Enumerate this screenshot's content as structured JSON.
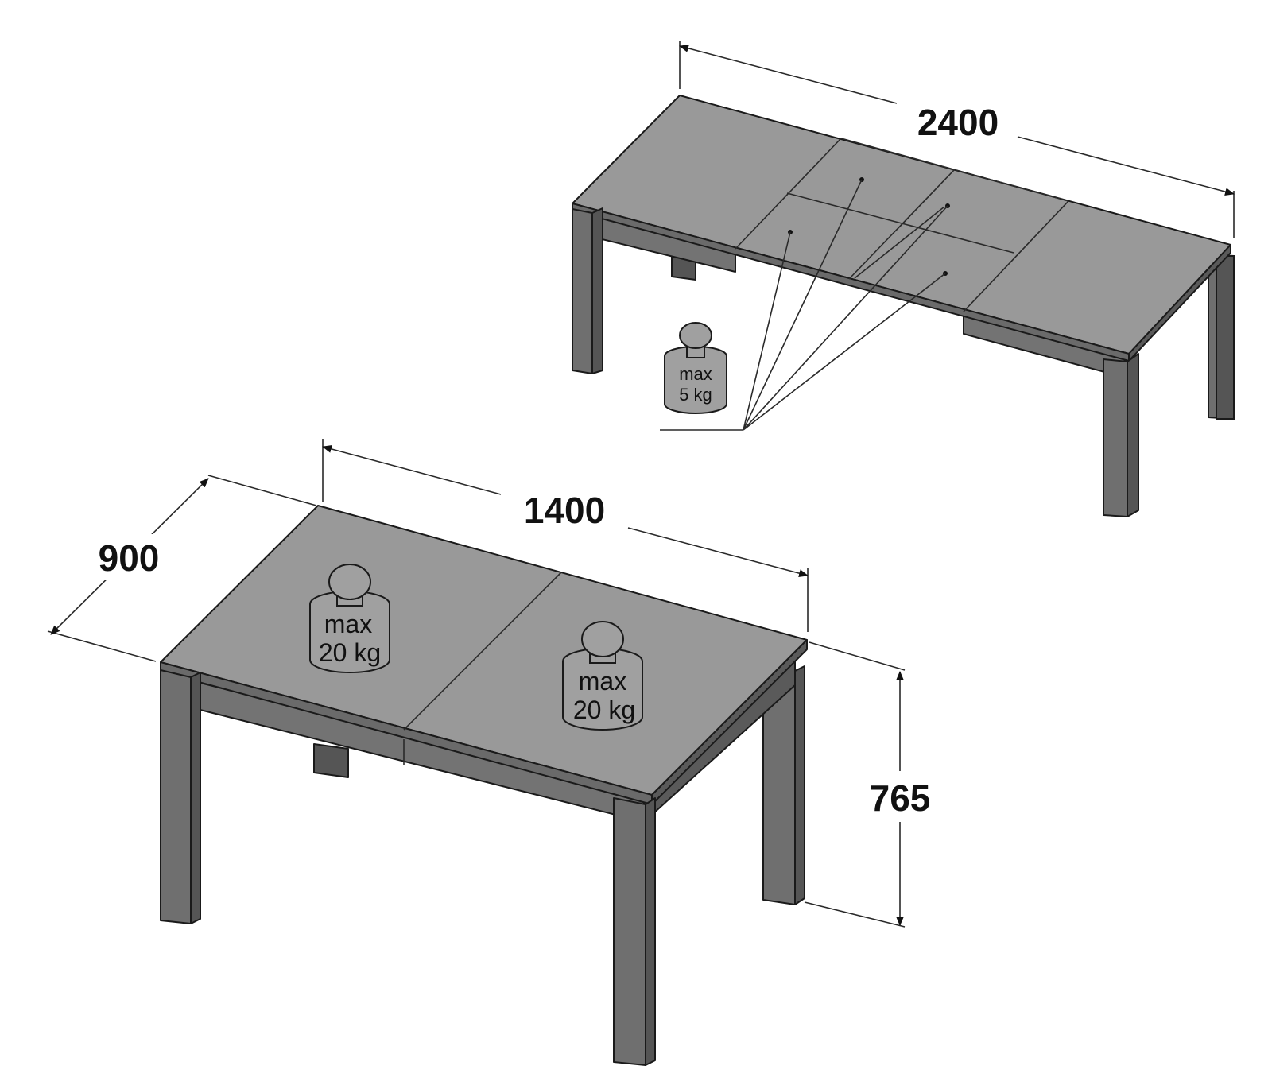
{
  "colors": {
    "top": "#999999",
    "front": "#737373",
    "side": "#5a5a5a",
    "leg_front": "#6f6f6f",
    "leg_side": "#555555",
    "outline": "#1a1a1a",
    "weight_fill": "#a0a0a0",
    "background": "#ffffff"
  },
  "extended_table": {
    "length_label": "2400",
    "weight": {
      "line1": "max",
      "line2": "5 kg"
    }
  },
  "closed_table": {
    "length_label": "1400",
    "depth_label": "900",
    "height_label": "765",
    "weight_left": {
      "line1": "max",
      "line2": "20 kg"
    },
    "weight_right": {
      "line1": "max",
      "line2": "20 kg"
    }
  }
}
